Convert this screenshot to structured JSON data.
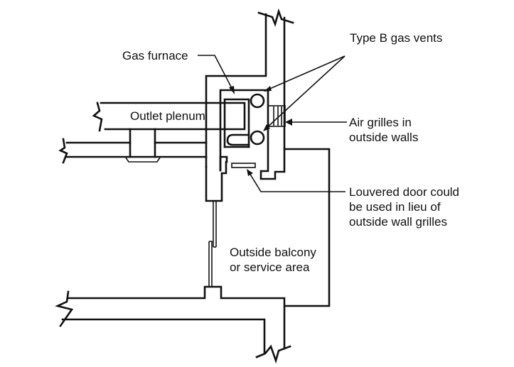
{
  "diagram": {
    "type": "architectural section — gas furnace installation with outside combustion air",
    "colors": {
      "ink": "#111111",
      "background": "#ffffff"
    },
    "labels": {
      "gas_furnace": "Gas furnace",
      "type_b_vents": "Type B gas vents",
      "air_grilles": [
        "Air grilles in",
        "outside walls"
      ],
      "louvered_door": [
        "Louvered door could",
        "be used in lieu of",
        "outside wall grilles"
      ],
      "outlet_plenum": "Outlet plenum",
      "balcony": [
        "Outside balcony",
        "or service area"
      ]
    },
    "components": [
      "gas-furnace",
      "outlet-plenum",
      "type-b-gas-vent-upper",
      "type-b-gas-vent-lower",
      "air-grille",
      "louvered-door",
      "burner",
      "ceiling-diffuser",
      "floor-slab-upper",
      "floor-slab-lower",
      "exterior-wall",
      "sliding-door"
    ]
  }
}
